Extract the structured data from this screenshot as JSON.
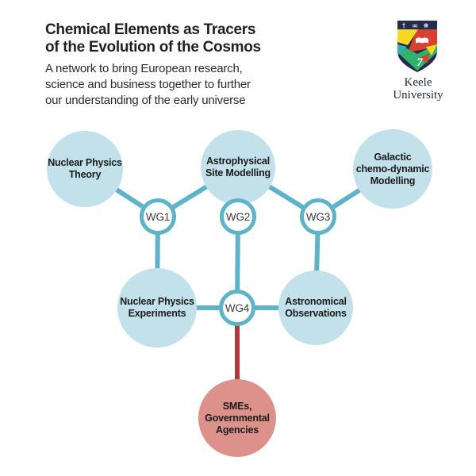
{
  "header": {
    "title": "Chemical Elements as Tracers\nof the Evolution of the Cosmos",
    "subtitle": "A network to bring European research,\nscience and business together to further\nour understanding of the early universe"
  },
  "logo": {
    "institution": "Keele\nUniversity",
    "crest_numeral": "7",
    "crest_symbols": {
      "dagger": "†",
      "stafford_knot": "∞",
      "tudor_rose": "❋"
    },
    "colors": {
      "navy": "#262a4c",
      "yellow": "#f8d823",
      "red": "#d8402f",
      "green": "#2fb269",
      "teal": "#2fb2a9"
    }
  },
  "diagram": {
    "colors": {
      "topic_fill": "#c3e1ea",
      "stakeholder_fill": "#dd918b",
      "link": "#5fb3c8",
      "stakeholder_link": "#a63e3e",
      "wg_fill": "#ffffff",
      "wg_border": "#5fb3c8"
    },
    "nodes": {
      "npt": {
        "label": "Nuclear Physics\nTheory"
      },
      "asm": {
        "label": "Astrophysical\nSite Modelling"
      },
      "gcm": {
        "label": "Galactic\nchemo-dynamic\nModelling"
      },
      "npe": {
        "label": "Nuclear Physics\nExperiments"
      },
      "ao": {
        "label": "Astronomical\nObservations"
      },
      "smes": {
        "label": "SMEs,\nGovernmental\nAgencies"
      }
    },
    "working_groups": {
      "wg1": {
        "label": "WG1"
      },
      "wg2": {
        "label": "WG2"
      },
      "wg3": {
        "label": "WG3"
      },
      "wg4": {
        "label": "WG4"
      }
    },
    "edges": [
      "npt-wg1",
      "asm-wg1",
      "asm-wg2",
      "asm-wg3",
      "gcm-wg3",
      "wg1-npe",
      "wg2-wg4",
      "wg3-ao",
      "npe-wg4",
      "ao-wg4",
      "wg4-smes"
    ]
  }
}
